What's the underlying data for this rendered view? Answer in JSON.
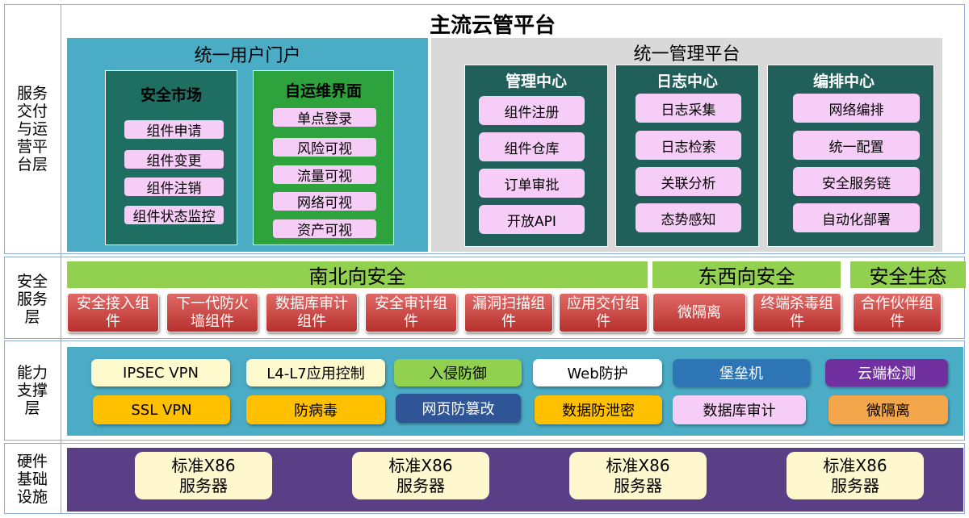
{
  "layers": {
    "service": "服务交付与运营平台层",
    "security": "安全服务层",
    "capability": "能力支撑层",
    "hardware": "硬件基础设施"
  },
  "title": "主流云管平台",
  "portal": {
    "title": "统一用户门户",
    "market": {
      "title": "安全市场",
      "items": [
        "组件申请",
        "组件变更",
        "组件注销",
        "组件状态监控"
      ]
    },
    "ops": {
      "title": "自运维界面",
      "items": [
        "单点登录",
        "风险可视",
        "流量可视",
        "网络可视",
        "资产可视"
      ]
    }
  },
  "mgmt": {
    "title": "统一管理平台",
    "columns": [
      {
        "title": "管理中心",
        "items": [
          "组件注册",
          "组件仓库",
          "订单审批",
          "开放API"
        ]
      },
      {
        "title": "日志中心",
        "items": [
          "日志采集",
          "日志检索",
          "关联分析",
          "态势感知"
        ]
      },
      {
        "title": "编排中心",
        "items": [
          "网络编排",
          "统一配置",
          "安全服务链",
          "自动化部署"
        ]
      }
    ]
  },
  "security": {
    "headers": [
      "南北向安全",
      "东西向安全",
      "安全生态"
    ],
    "items": [
      "安全接入组件",
      "下一代防火墙组件",
      "数据库审计组件",
      "安全审计组件",
      "漏洞扫描组件",
      "应用交付组件",
      "微隔离",
      "终端杀毒组件",
      "合作伙伴组件"
    ]
  },
  "capability": {
    "row1": [
      "IPSEC VPN",
      "L4-L7应用控制",
      "入侵防御",
      "Web防护",
      "堡垒机",
      "云端检测"
    ],
    "row2": [
      "SSL VPN",
      "防病毒",
      "网页防篡改",
      "数据防泄密",
      "数据库审计",
      "微隔离"
    ],
    "colors": {
      "row1": [
        "#fffacd",
        "#fffacd",
        "#92d050",
        "#ffffff",
        "#2e75b6",
        "#7030a0"
      ],
      "row2": [
        "#ffc000",
        "#ffc000",
        "#2f5597",
        "#ffc000",
        "#f6cdf6",
        "#f4a74a"
      ]
    }
  },
  "hardware": {
    "servers": [
      "标准X86 服务器",
      "标准X86 服务器",
      "标准X86 服务器",
      "标准X86 服务器"
    ]
  }
}
